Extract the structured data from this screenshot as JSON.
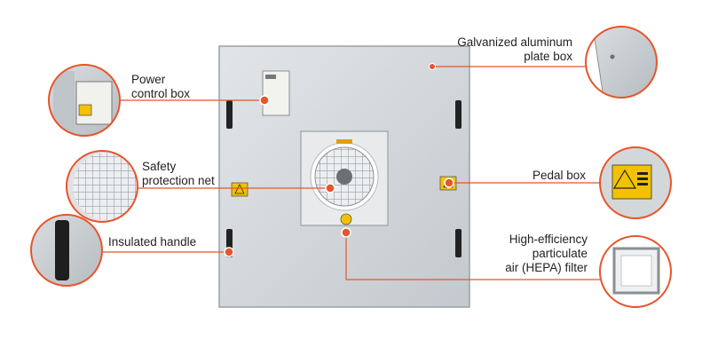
{
  "colors": {
    "callout": "#e8542b",
    "panel": "#cfd3d7",
    "panel_edge": "#9aa0a6",
    "background": "#ffffff"
  },
  "labels": {
    "power_control_box": [
      "Power",
      "control box"
    ],
    "safety_protection_net": [
      "Safety",
      "protection net"
    ],
    "insulated_handle": [
      "Insulated handle"
    ],
    "galvanized_plate_box": [
      "Galvanized aluminum",
      "plate box"
    ],
    "pedal_box": [
      "Pedal box"
    ],
    "hepa_filter": [
      "High-efficiency",
      "particulate",
      "air (HEPA) filter"
    ]
  },
  "icons": [
    "warning-sticker-icon",
    "fan-guard-icon",
    "handle-icon",
    "hepa-filter-icon"
  ]
}
